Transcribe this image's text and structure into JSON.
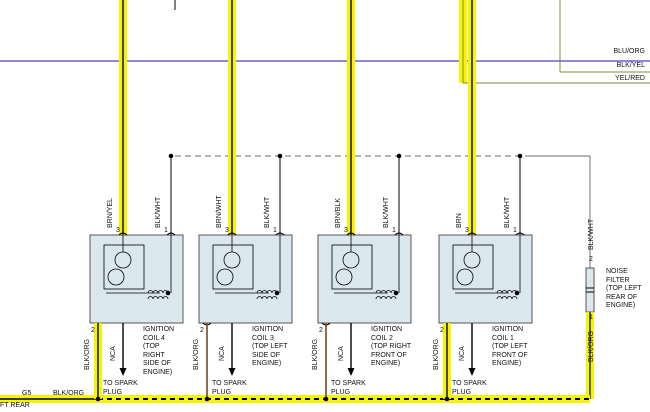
{
  "top_wires": {
    "blu_org": "BLU/ORG",
    "blk_yel": "BLK/YEL",
    "yel_red": "YEL/RED"
  },
  "coils": [
    {
      "id": "coil4",
      "pin3": "3",
      "pin1": "1",
      "pin2": "2",
      "wire3": "BRN/YEL",
      "wire1": "BLK/WHT",
      "wire2": "BLK/ORG",
      "label": "IGNITION\nCOIL 4\n(TOP\nRIGHT\nSIDE OF\nENGINE)",
      "nca": "NCA",
      "spark": "TO SPARK\nPLUG"
    },
    {
      "id": "coil3",
      "pin3": "3",
      "pin1": "1",
      "pin2": "2",
      "wire3": "BRN/WHT",
      "wire1": "BLK/WHT",
      "wire2": "BLK/ORG",
      "label": "IGNITION\nCOIL 3\n(TOP LEFT\nSIDE OF\nENGINE)",
      "nca": "NCA",
      "spark": "TO SPARK\nPLUG"
    },
    {
      "id": "coil2",
      "pin3": "3",
      "pin1": "1",
      "pin2": "2",
      "wire3": "BRN/BLK",
      "wire1": "BLK/WHT",
      "wire2": "BLK/ORG",
      "label": "IGNITION\nCOIL 2\n(TOP RIGHT\nFRONT OF\nENGINE)",
      "nca": "NCA",
      "spark": "TO SPARK\nPLUG"
    },
    {
      "id": "coil1",
      "pin3": "3",
      "pin1": "1",
      "pin2": "2",
      "wire3": "BRN",
      "wire1": "BLK/WHT",
      "wire2": "BLK/ORG",
      "label": "IGNITION\nCOIL 1\n(TOP LEFT\nFRONT OF\nENGINE)",
      "nca": "NCA",
      "spark": "TO SPARK\nPLUG"
    }
  ],
  "noise_filter": {
    "label": "NOISE\nFILTER\n(TOP LEFT\nREAR OF\nENGINE)",
    "wire_top": "BLK/WHT",
    "pin_top": "2",
    "wire_bottom": "BLK/ORG",
    "pin_bottom": "1"
  },
  "ground": {
    "id": "G5",
    "wire": "BLK/ORG",
    "location": "FT REAR"
  },
  "colors": {
    "yellow": "#f5f500",
    "black": "#000000",
    "blue": "#4f3fbf",
    "olive": "#8a8a3a",
    "brown": "#8a5a2b",
    "box_fill": "#dbe7ef",
    "box_stroke": "#555555",
    "dash": "#888888"
  }
}
